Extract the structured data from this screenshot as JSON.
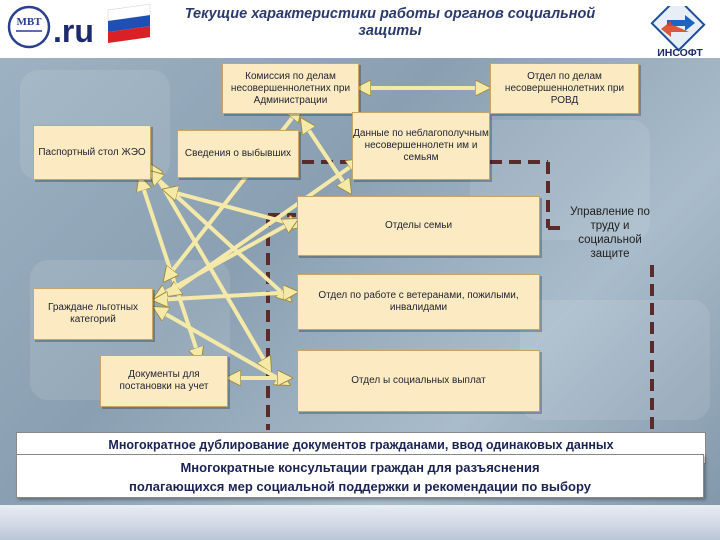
{
  "title": "Текущие характеристики работы органов социальной защиты",
  "logos": {
    "left_text": ".ru",
    "left_emblem": "МВТ",
    "right_text": "ИНСОФТ"
  },
  "boxes": {
    "komissiya": "Комиссия по делам несовершеннолетних при Администрации",
    "otdel_rovd": "Отдел по делам несовершеннолетних при РОВД",
    "pasport": "Паспортный стол ЖЭО",
    "svedeniya": "Сведения о выбывших",
    "dannye": "Данные по неблагополучным несовершеннолетн им и семьям",
    "otdely_semyi": "Отделы семьи",
    "grazhdane": "Граждане льготных категорий",
    "otdel_veteran": "Отдел по работе с ветеранами, пожилыми, инвалидами",
    "dokumenty": "Документы для постановки на учет",
    "otdel_vyplat": "Отдел ы социальных выплат"
  },
  "side_label": "Управление по труду и социальной защите",
  "bottom": {
    "back": "Многократное дублирование документов гражданами, ввод одинаковых данных",
    "front_line1": "Многократные консультации граждан для разъяснения",
    "front_line2": "полагающихся мер социальной поддержки и рекомендации по выбору"
  },
  "colors": {
    "box_fill": "#fcebc2",
    "arrow": "#f5e9a8",
    "dashed_border": "#5b2a2a",
    "title": "#2b3a6b"
  }
}
